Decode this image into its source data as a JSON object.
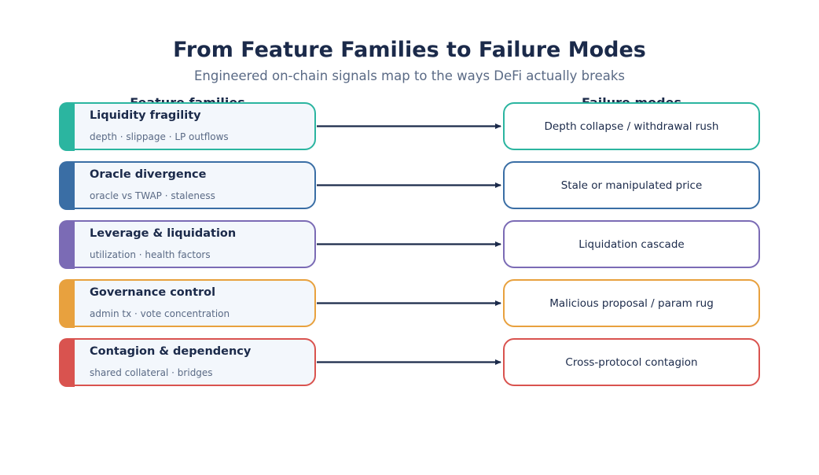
{
  "title": "From Feature Families to Failure Modes",
  "subtitle": "Engineered on-chain signals map to the ways DeFi actually breaks",
  "headers": {
    "left": "Feature families",
    "right": "Failure modes"
  },
  "rows": [
    {
      "feature": "Liquidity fragility",
      "signals": "depth · slippage · LP outflows",
      "failure": "Depth collapse / withdrawal rush",
      "color": "#2bb5a0"
    },
    {
      "feature": "Oracle divergence",
      "signals": "oracle vs TWAP · staleness",
      "failure": "Stale or manipulated price",
      "color": "#3a6ea5"
    },
    {
      "feature": "Leverage & liquidation",
      "signals": "utilization · health factors",
      "failure": "Liquidation cascade",
      "color": "#7b6bb5"
    },
    {
      "feature": "Governance control",
      "signals": "admin tx · vote concentration",
      "failure": "Malicious proposal / param rug",
      "color": "#e8a13e"
    },
    {
      "feature": "Contagion & dependency",
      "signals": "shared collateral · bridges",
      "failure": "Cross-protocol contagion",
      "color": "#d9534f"
    }
  ],
  "arrow_color": "#1b2a4a"
}
